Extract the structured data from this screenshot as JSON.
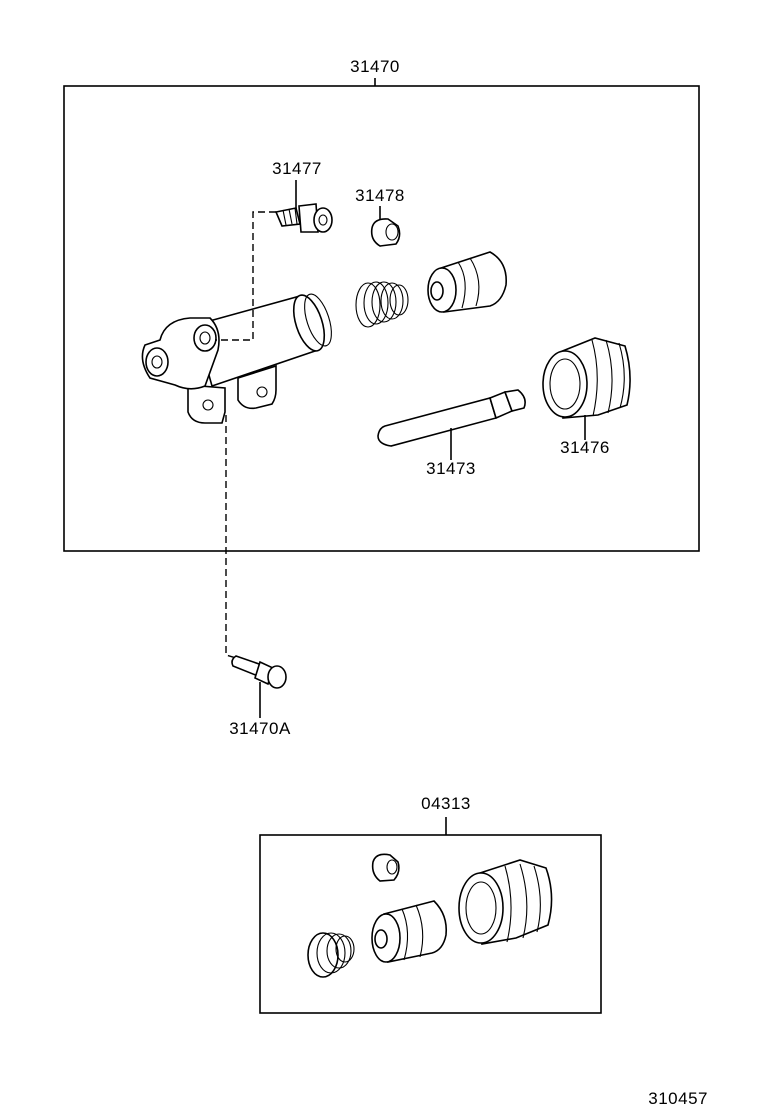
{
  "parts": {
    "assembly": "31470",
    "bleeder_plug": "31477",
    "bleeder_cap": "31478",
    "push_rod": "31473",
    "boot": "31476",
    "bolt": "31470A",
    "repair_kit": "04313"
  },
  "figure_id": "310457"
}
